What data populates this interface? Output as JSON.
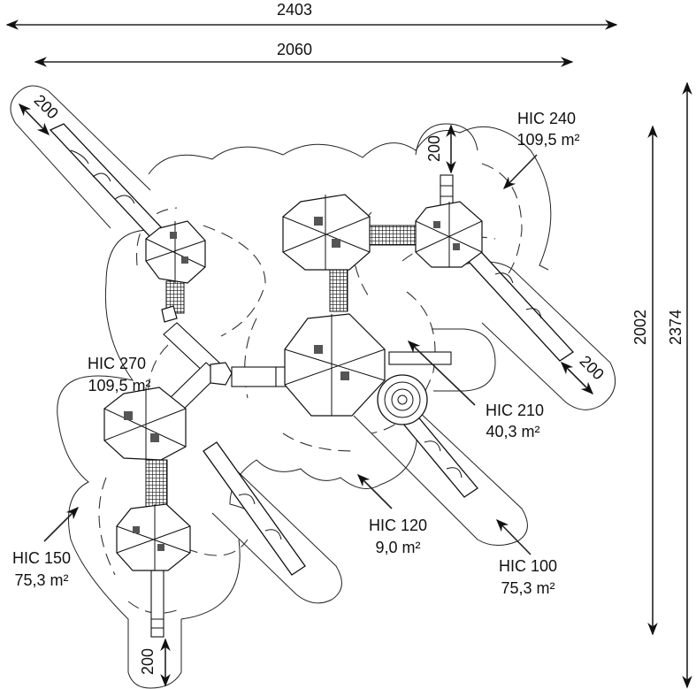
{
  "drawing": {
    "title": "Playground plan view with HIC safety zones",
    "units": "cm"
  },
  "dimensions": {
    "overall_width": "2403",
    "structure_width": "2060",
    "overall_height": "2374",
    "structure_height": "2002",
    "clearance_top_left_slide": "200",
    "clearance_top_right_ladder": "200",
    "clearance_right_slide": "200",
    "clearance_bottom_ladder": "200"
  },
  "hic_zones": [
    {
      "label": "HIC 240",
      "area": "109,5 m²"
    },
    {
      "label": "HIC 270",
      "area": "109,5 m²"
    },
    {
      "label": "HIC 210",
      "area": "40,3 m²"
    },
    {
      "label": "HIC 120",
      "area": "9,0 m²"
    },
    {
      "label": "HIC 100",
      "area": "75,3 m²"
    },
    {
      "label": "HIC 150",
      "area": "75,3 m²"
    }
  ]
}
